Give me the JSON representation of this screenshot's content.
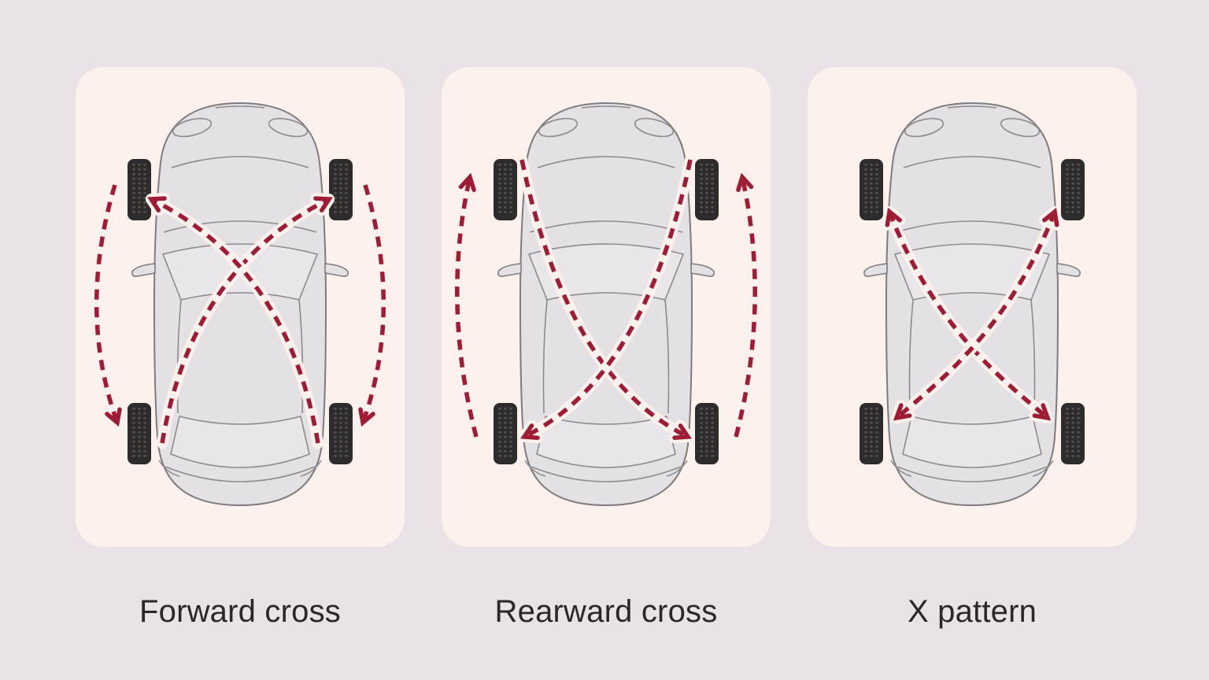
{
  "panels": [
    {
      "id": "forward-cross",
      "label": "Forward cross",
      "arrows": [
        "rear-left-to-front-right-cross",
        "rear-right-to-front-left-cross",
        "front-left-to-rear-left-same-side-down",
        "front-right-to-rear-right-same-side-down"
      ]
    },
    {
      "id": "rearward-cross",
      "label": "Rearward cross",
      "arrows": [
        "front-left-to-rear-right-cross",
        "front-right-to-rear-left-cross",
        "rear-left-to-front-left-same-side-up",
        "rear-right-to-front-right-same-side-up"
      ]
    },
    {
      "id": "x-pattern",
      "label": "X pattern",
      "arrows": [
        "front-left-to-rear-right-bidirectional-cross",
        "front-right-to-rear-left-bidirectional-cross"
      ]
    }
  ],
  "colors": {
    "background": "#e9e2e6",
    "panel_background": "#fdf1ee",
    "car_fill": "#e4e1e4",
    "car_glass": "#e9e6e9",
    "car_outline": "#7e7b7e",
    "car_inner_line": "#8d8a8d",
    "tire": "#2e2b2c",
    "tire_tread": "#5a5553",
    "arrow": "#9e1c34",
    "arrow_halo": "#fdf1ee",
    "label": "#2a262a"
  }
}
